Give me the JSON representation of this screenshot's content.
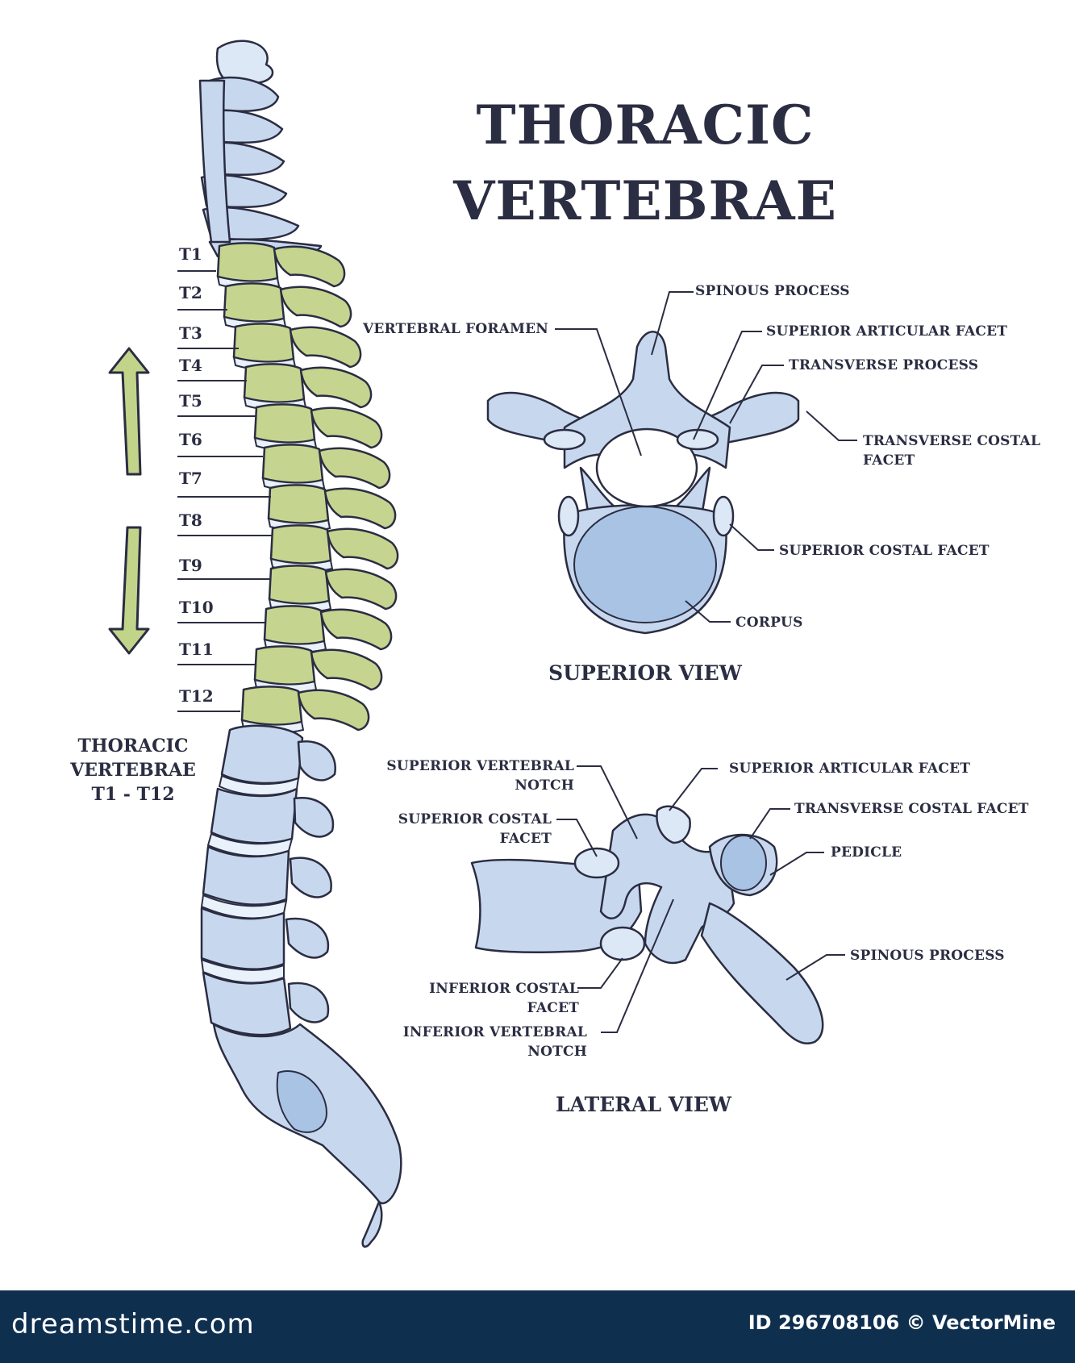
{
  "title": {
    "line1": "THORACIC",
    "line2": "VERTEBRAE"
  },
  "spine": {
    "levels": [
      "T1",
      "T2",
      "T3",
      "T4",
      "T5",
      "T6",
      "T7",
      "T8",
      "T9",
      "T10",
      "T11",
      "T12"
    ],
    "caption": {
      "line1": "THORACIC",
      "line2": "VERTEBRAE",
      "line3": "T1 - T12"
    },
    "highlight_color": "#c5d58f",
    "bone_color": "#c7d8ee"
  },
  "superior_view": {
    "heading": "SUPERIOR VIEW",
    "labels": {
      "spinous_process": "SPINOUS PROCESS",
      "vertebral_foramen": "VERTEBRAL FORAMEN",
      "superior_articular_facet": "SUPERIOR ARTICULAR FACET",
      "transverse_process": "TRANSVERSE PROCESS",
      "transverse_costal_facet_1": "TRANSVERSE COSTAL",
      "transverse_costal_facet_2": "FACET",
      "superior_costal_facet": "SUPERIOR COSTAL FACET",
      "corpus": "CORPUS"
    }
  },
  "lateral_view": {
    "heading": "LATERAL VIEW",
    "labels": {
      "superior_vertebral_notch_1": "SUPERIOR VERTEBRAL",
      "superior_vertebral_notch_2": "NOTCH",
      "superior_articular_facet": "SUPERIOR ARTICULAR FACET",
      "transverse_costal_facet": "TRANSVERSE COSTAL FACET",
      "superior_costal_facet_1": "SUPERIOR COSTAL",
      "superior_costal_facet_2": "FACET",
      "pedicle": "PEDICLE",
      "spinous_process": "SPINOUS PROCESS",
      "inferior_costal_facet_1": "INFERIOR COSTAL",
      "inferior_costal_facet_2": "FACET",
      "inferior_vertebral_notch_1": "INFERIOR VERTEBRAL",
      "inferior_vertebral_notch_2": "NOTCH"
    }
  },
  "footer": {
    "brand": "dreamstime.com",
    "id_text": "ID 296708106 © VectorMine",
    "background": "#0f2f4f"
  }
}
